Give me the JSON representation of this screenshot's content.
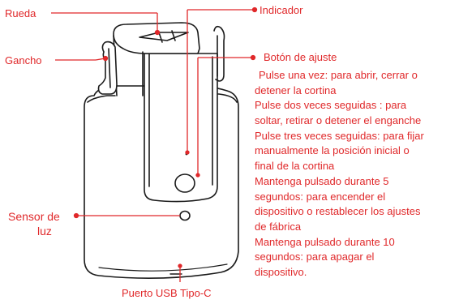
{
  "labels": {
    "rueda": "Rueda",
    "gancho": "Gancho",
    "indicador": "Indicador",
    "boton_ajuste": "Botón de ajuste",
    "sensor_line1": "Sensor de",
    "sensor_line2": "luz",
    "puerto_usb": "Puerto USB Tipo-C"
  },
  "description_lines": [
    "Pulse una vez: para abrir, cerrar o",
    "detener la cortina",
    "Pulse dos veces seguidas :    para",
    "soltar, retirar o detener el enganche",
    "Pulse tres veces seguidas: para fijar",
    "manualmente la posición inicial o",
    "final de la cortina",
    "Mantenga pulsado durante 5",
    "segundos: para encender el",
    "dispositivo o restablecer los ajustes",
    "de fábrica",
    "Mantenga pulsado durante 10",
    "segundos: para apagar el",
    "dispositivo."
  ],
  "colors": {
    "accent": "#e0282a",
    "outline": "#1a1a1a"
  }
}
